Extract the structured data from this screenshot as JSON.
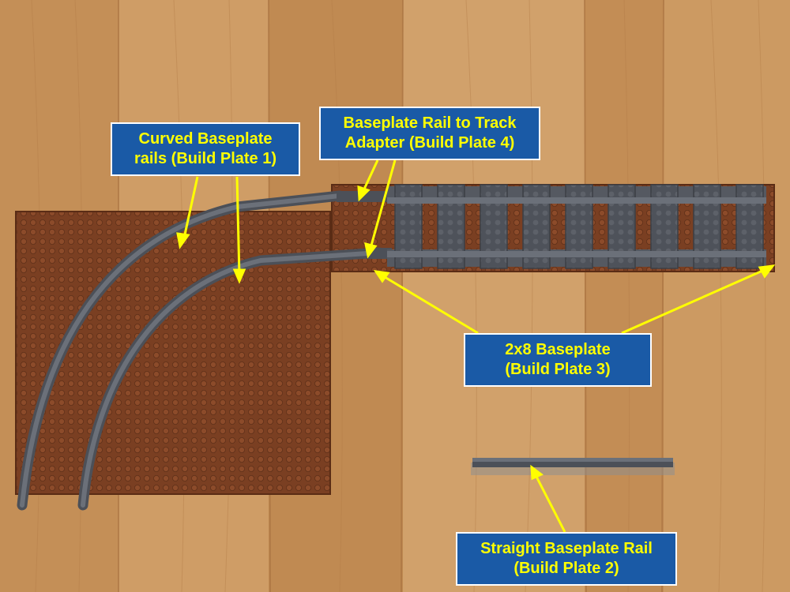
{
  "colors": {
    "callout_fill": "#1a5aa6",
    "callout_text": "#ffff00",
    "callout_border": "#ffffff",
    "arrow": "#ffff00",
    "table_wood": "#c9965e",
    "baseplate": "#7a3f22",
    "rail": "#5a5e66"
  },
  "callouts": [
    {
      "line1": "Curved Baseplate",
      "line2": "rails (Build Plate 1)"
    },
    {
      "line1": "Baseplate Rail to Track",
      "line2": "Adapter (Build Plate 4)"
    },
    {
      "line1": "2x8 Baseplate",
      "line2": "(Build Plate 3)"
    },
    {
      "line1": "Straight Baseplate Rail",
      "line2": "(Build Plate 2)"
    }
  ]
}
